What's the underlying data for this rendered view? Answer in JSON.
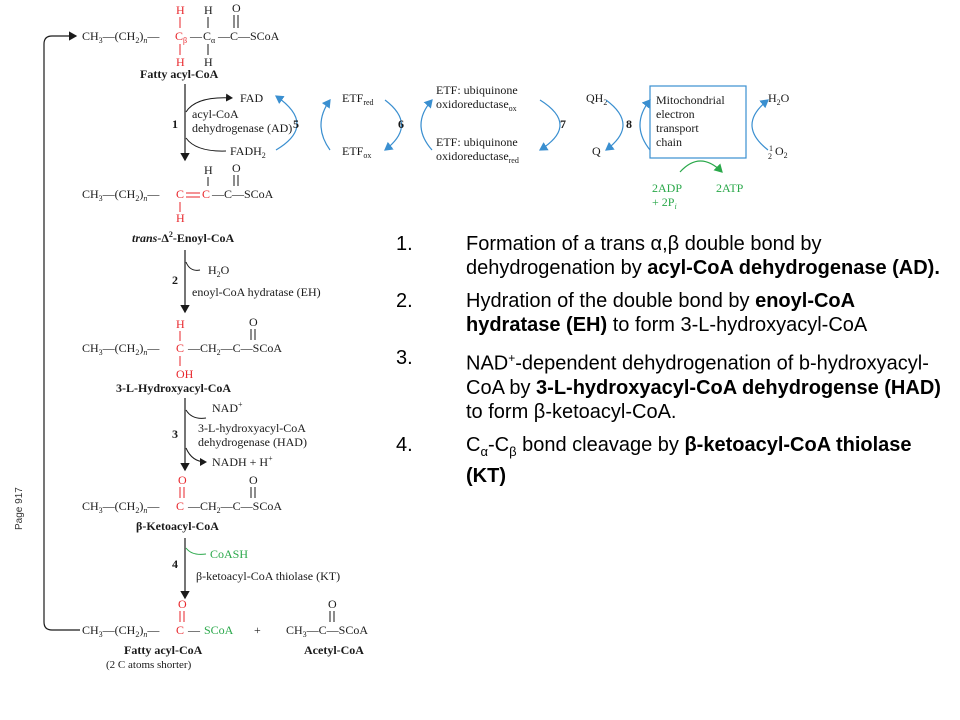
{
  "page_label": "Page 917",
  "scheme": {
    "fatty_acyl_coa": {
      "formula_left": "CH",
      "label": "Fatty acyl-CoA",
      "H": "H",
      "C_beta": "C",
      "C_alpha": "C",
      "O": "O",
      "SCoA": "SCoA",
      "n": "n"
    },
    "enoyl": {
      "label_prefix": "trans-",
      "label_suffix": "-Enoyl-CoA"
    },
    "hydroxyacyl": {
      "label": "3-L-Hydroxyacyl-CoA",
      "OH": "OH"
    },
    "ketoacyl": {
      "label": "β-Ketoacyl-CoA"
    },
    "product_fatty": {
      "label": "Fatty acyl-CoA",
      "note": "(2 C atoms shorter)"
    },
    "acetyl": {
      "label": "Acetyl-CoA"
    },
    "step1": {
      "num": "1",
      "enzyme_line1": "acyl-CoA",
      "enzyme_line2": "dehydrogenase (AD)",
      "cofactor_top": "FAD",
      "cofactor_bottom": "FADH"
    },
    "step2": {
      "num": "2",
      "reagent": "H",
      "enzyme": "enoyl-CoA hydratase (EH)"
    },
    "step3": {
      "num": "3",
      "reagent_top": "NAD",
      "enzyme_line1": "3-L-hydroxyacyl-CoA",
      "enzyme_line2": "dehydrogenase (HAD)",
      "product": "NADH  +  H"
    },
    "step4": {
      "num": "4",
      "reagent": "CoASH",
      "enzyme": "β-ketoacyl-CoA thiolase (KT)"
    },
    "etc": {
      "n5": "5",
      "n6": "6",
      "n7": "7",
      "n8": "8",
      "etf_red": "ETF",
      "etf_ox": "ETF",
      "ubq_ox_line1": "ETF: ubiquinone",
      "ubq_ox_line2": "oxidoreductase",
      "ubq_red_line1": "ETF: ubiquinone",
      "ubq_red_line2": "oxidoreductase",
      "qh2": "QH",
      "q": "Q",
      "mito_line1": "Mitochondrial",
      "mito_line2": "electron",
      "mito_line3": "transport",
      "mito_line4": "chain",
      "h2o": "H",
      "o2": "O",
      "adp_line1": "2ADP",
      "adp_line2": "+ 2P",
      "atp": "2ATP"
    }
  },
  "steps": [
    {
      "num": "1."
    },
    {
      "num": "2."
    },
    {
      "num": "3."
    },
    {
      "num": "4."
    }
  ],
  "step_text": {
    "s1_a": "Formation of a trans ",
    "s1_sym": "α,β",
    "s1_b": " double bond by dehydrogenation by ",
    "s1_bold": "acyl-CoA dehydrogenase (AD).",
    "s2_a": "Hydration of the double bond by ",
    "s2_bold": "enoyl-CoA hydratase (EH)",
    "s2_b": " to form 3-L-hydroxyacyl-CoA",
    "s3_a": "NAD",
    "s3_sup": "+",
    "s3_b": "-dependent dehydrogenation of b-hydroxyacyl-CoA by ",
    "s3_bold": "3-L-hydroxyacyl-CoA dehydrogense (HAD)",
    "s3_c": " to form ",
    "s3_sym": "β",
    "s3_d": "-ketoacyl-CoA.",
    "s4_c1": "C",
    "s4_sub1": "α",
    "s4_dash": "-C",
    "s4_sub2": "β",
    "s4_b": " bond cleavage by ",
    "s4_bold": "β-ketoacyl-CoA thiolase (KT)"
  }
}
